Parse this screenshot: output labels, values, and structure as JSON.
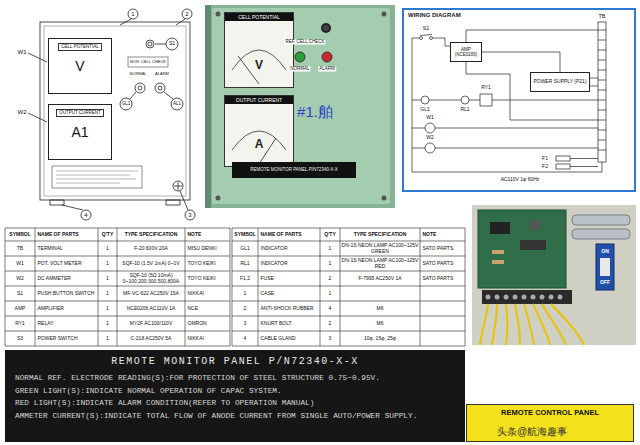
{
  "diagram": {
    "nodes": [
      {
        "text": [
          "CELL POTENTIAL",
          "V"
        ]
      },
      {
        "text": [
          "OUTPUT CURRENT",
          "A1"
        ]
      },
      {
        "text": [
          "CELL POTENTIAL",
          "V"
        ]
      },
      {
        "text": [
          "OUTPUT CURRENT",
          "A"
        ]
      },
      {
        "text": [
          "REMOTE MONITOR PANEL P/N72340-X-X"
        ]
      },
      {
        "text": [
          "WIRING DIAGRAM"
        ]
      },
      {
        "text": [
          "AMP (NCE0206)"
        ],
        "in": 5
      },
      {
        "text": [
          "POWER SUPPLY (P21)"
        ],
        "in": 5
      },
      {
        "text": [
          "REMOTE MONITOR PANEL P/N72340-X-X",
          "NORMAL REF. ELECTRODE READING(S):FOR PROTECTION OF STEEL STRUCTURE 0.75~0.95V.",
          "GREEN LIGHT(S):INDICATE NORMAL OPERATION OF CAPAC SYSTEM.",
          "RED LIGHT(S):INDICATE ALARM CONDITION(REFER TO OPERATION MANUAL)",
          "AMMETER CURRENT(S):INDICATE TOTAL FLOW OF ANODE CURRENT FROM SINGLE AUTO/POWER SUPPLY."
        ]
      },
      {
        "text": [
          "REMOTE CONTROL PANEL"
        ]
      }
    ],
    "edges": [
      {
        "from": 6,
        "to": 7,
        "arrow": "none"
      }
    ],
    "labels": [
      "1",
      "2",
      "W1",
      "S1",
      "NOR. CELL CHECK",
      "NORMAL",
      "ALARM",
      "GL1",
      "AL1",
      "W2",
      "4",
      "3",
      "REF. CELL CHECK",
      "NORMAL",
      "ALARM",
      "#1.舶",
      "TB",
      "S1",
      "GL1",
      "RL1",
      "RY1",
      "F1",
      "F2",
      "W1",
      "W2",
      "AC110V 1φ 60Hz",
      "ON",
      "OFF",
      "头条@航海趣事",
      "SYMBOL",
      "NAME OF PARTS",
      "Q'TY",
      "TYPE SPECIFICATION",
      "NOTE",
      "TB",
      "TERMINAL",
      "1",
      "F-20 600V 20A",
      "MISU DENKI",
      "W1",
      "POT. VOLT METER",
      "1",
      "SQF-10 (1.5V 1mA) 0~1V",
      "TOYO KEIKI",
      "W2",
      "DC AMMETER",
      "1",
      "SQF-10 (5Ω 10mA) 0~100,200,300,500,800A",
      "TOYO KEIKI",
      "S1",
      "PUSH BUTTON SWITCH",
      "1",
      "MF-VC-622 AC250V 15A",
      "NIKKAI",
      "AMP",
      "AMPLIFIER",
      "1",
      "NCE0206 AC110V 1A",
      "NCE",
      "RY1",
      "RELAY",
      "1",
      "MY2F AC100/110V",
      "OMRON",
      "S3",
      "POWER SWITCH",
      "1",
      "C-218 AC250V 5A",
      "NIKKAI",
      "SYMBOL",
      "NAME OF PARTS",
      "Q'TY",
      "TYPE SPECIFICATION",
      "NOTE",
      "GL1",
      "INDICATOR",
      "1",
      "DN-1S NEON LAMP AC100~125V GREEN",
      "SATO PARTS",
      "RL1",
      "INDICATOR",
      "1",
      "DN-1S NEON LAMP AC100~125V RED",
      "SATO PARTS",
      "F1,2",
      "FUSE",
      "2",
      "F-7995 AC250V 1A",
      "SATO PARTS",
      "1",
      "CASE",
      "1",
      "2",
      "ANTI-SHOCK RUBBER",
      "4",
      "M6",
      "3",
      "KNURT BOLT",
      "2",
      "M6",
      "4",
      "CABLE GLAND",
      "3",
      "10φ, 15φ, 25φ"
    ]
  }
}
